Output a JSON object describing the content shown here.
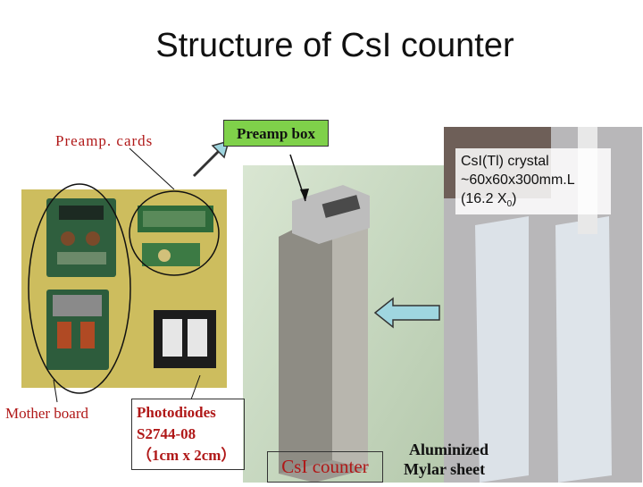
{
  "title": "Structure of CsI counter",
  "labels": {
    "preamp_cards": "Preamp. cards",
    "preamp_box": "Preamp box",
    "mother_board": "Mother board",
    "photodiodes_line1": "Photodiodes",
    "photodiodes_line2": "S2744-08",
    "photodiodes_line3": "（1cm x 2cm）",
    "csi_counter": "CsI counter",
    "mylar_line1": "Aluminized",
    "mylar_line2": "Mylar sheet",
    "crystal_line1": "CsI(Tl) crystal",
    "crystal_line2": "~60x60x300mm.L",
    "crystal_line3_main": "(16.2 X",
    "crystal_line3_sub": "0",
    "crystal_line3_end": ")"
  },
  "colors": {
    "label_red": "#b01818",
    "preamp_box_bg": "#7fd14a",
    "arrow_fill": "#9fd6e0"
  }
}
